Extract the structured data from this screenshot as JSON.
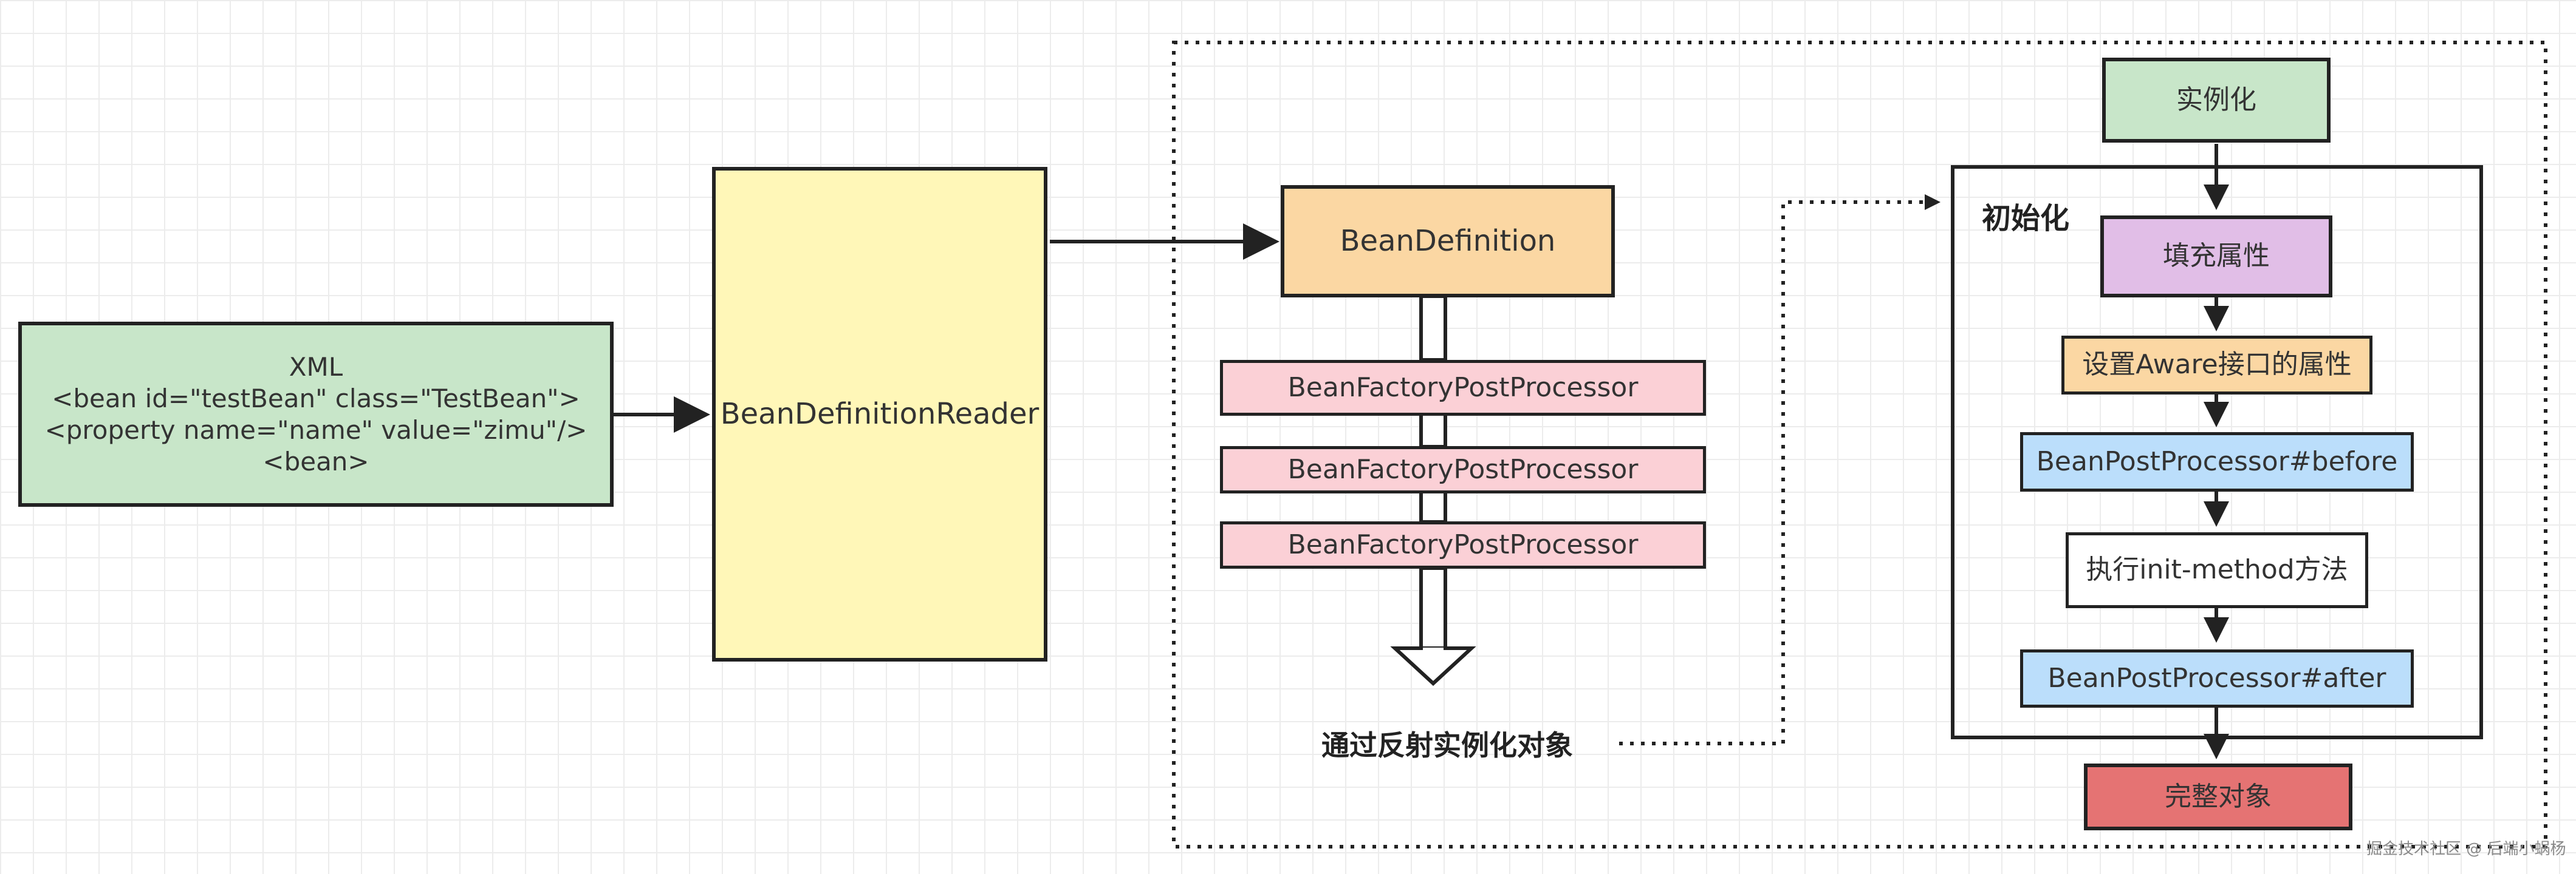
{
  "xml_box": {
    "lines": [
      "XML",
      "<bean id=\"testBean\" class=\"TestBean\">",
      "<property name=\"name\" value=\"zimu\"/>",
      "<bean>"
    ],
    "color": "#c8e6c9"
  },
  "reader": {
    "label": "BeanDefinitionReader",
    "color": "#fff7b8"
  },
  "bean_definition": {
    "label": "BeanDefinition",
    "color": "#fbd7a3"
  },
  "post_processors": {
    "items": [
      "BeanFactoryPostProcessor",
      "BeanFactoryPostProcessor",
      "BeanFactoryPostProcessor"
    ],
    "color": "#fbd0d6"
  },
  "reflection_label": "通过反射实例化对象",
  "instantiate": {
    "label": "实例化",
    "color": "#c8e6c9"
  },
  "init_group": {
    "title": "初始化"
  },
  "init_steps": {
    "fill_props": {
      "label": "填充属性",
      "color": "#e1bee7"
    },
    "aware": {
      "label": "设置Aware接口的属性",
      "color": "#fbd7a3"
    },
    "bpp_before": {
      "label": "BeanPostProcessor#before",
      "color": "#bbdefb"
    },
    "init_method": {
      "label": "执行init-method方法",
      "color": "#ffffff"
    },
    "bpp_after": {
      "label": "BeanPostProcessor#after",
      "color": "#bbdefb"
    }
  },
  "complete": {
    "label": "完整对象",
    "color": "#e57373"
  },
  "watermark": "掘金技术社区 @ 后端小蜗杨"
}
